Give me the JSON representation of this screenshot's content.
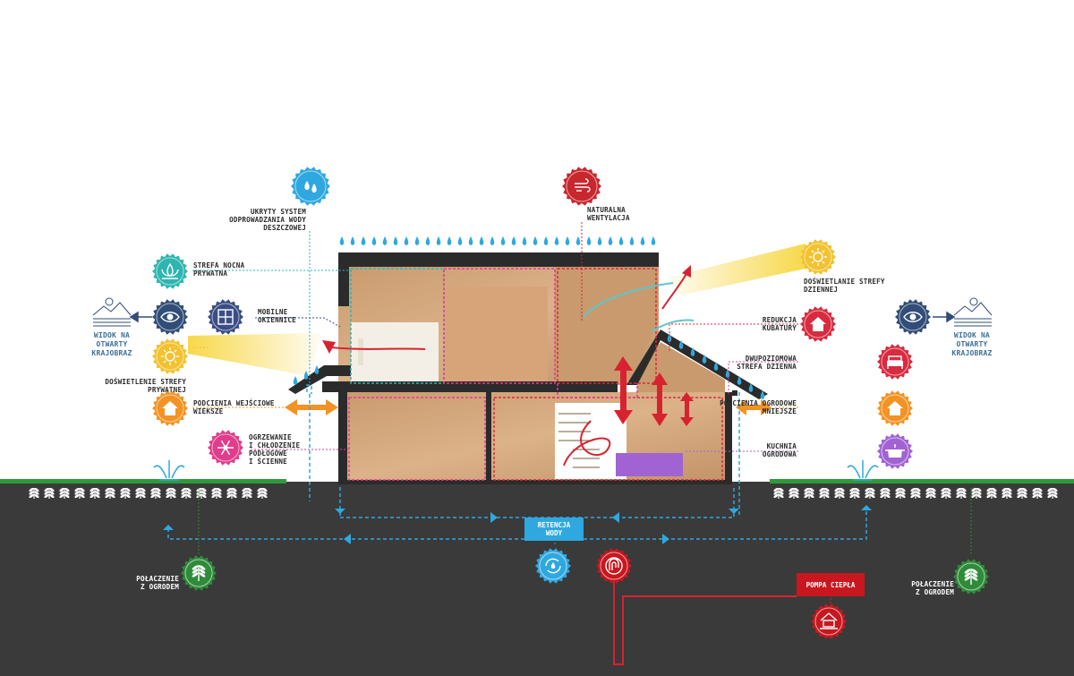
{
  "labels": {
    "rain_system": [
      "UKRYTY SYSTEM",
      "ODPROWADZANIA WODY",
      "DESZCZOWEJ"
    ],
    "ventilation": [
      "NATURALNA",
      "WENTYLACJA"
    ],
    "night_zone": [
      "STREFA NOCNA",
      "PRYWATNA"
    ],
    "shutters": [
      "MOBILNE",
      "OKIENNICE"
    ],
    "view_left": [
      "WIDOK NA",
      "OTWARTY",
      "KRAJOBRAZ"
    ],
    "view_right": [
      "WIDOK NA",
      "OTWARTY",
      "KRAJOBRAZ"
    ],
    "light_private": [
      "DOŚWIETLENIE STREFY",
      "PRYWATNEJ"
    ],
    "entrance_canopy": [
      "PODCIENIA WEJŚCIOWE",
      "WIEKSZE"
    ],
    "heating_cooling": [
      "OGRZEWANIE",
      "I CHŁODZENIE",
      "PODŁOGOWE",
      "I ŚCIENNE"
    ],
    "light_day": [
      "DOŚWIETLANIE STREFY",
      "DZIENNEJ"
    ],
    "volume_reduction": [
      "REDUKCJA",
      "KUBATURY"
    ],
    "two_level": [
      "DWUPOZIOMOWA",
      "STREFA DZIENNA"
    ],
    "garden_canopy": [
      "PODCIENIA OGRODOWE",
      "MNIEJSZE"
    ],
    "kitchen": [
      "KUCHNIA",
      "OGRODOWA"
    ],
    "garden_left": [
      "POŁACZENIE",
      "Z OGRODEM"
    ],
    "garden_right": [
      "POŁACZENIE",
      "Z OGRODEM"
    ],
    "retention": [
      "RETENCJA",
      "WODY"
    ],
    "heat_pump": [
      "POMPA CIEPŁA"
    ]
  },
  "colors": {
    "rain_blue": "#2fa8e0",
    "ventilation_red": "#c8272e",
    "night_teal": "#2fb5b0",
    "shutters_navy": "#3b4d86",
    "eye_navy": "#324d78",
    "sun_yellow": "#f2c230",
    "house_orange": "#f39324",
    "heating_magenta": "#e13d8c",
    "volume_red": "#d72b3f",
    "kitchen_purple": "#a163d3",
    "garden_green": "#2f8b3a",
    "ground": "#3a3a3a",
    "wood": "#d4a67c"
  },
  "icons": {
    "rain_system": "water-drop-icon",
    "ventilation": "wind-icon",
    "night_zone": "lotus-icon",
    "shutters": "window-icon",
    "view": "eye-icon",
    "sun": "sun-icon",
    "house": "house-icon",
    "heating": "snowflake-sun-icon",
    "volume_reduction": "house-icon",
    "two_level": "sofa-icon",
    "kitchen": "cooking-pot-icon",
    "garden": "wheat-icon",
    "retention": "water-cycle-icon",
    "geothermal": "ground-loop-icon",
    "heat_pump": "heat-pump-house-icon",
    "landscape": "landscape-icon"
  }
}
